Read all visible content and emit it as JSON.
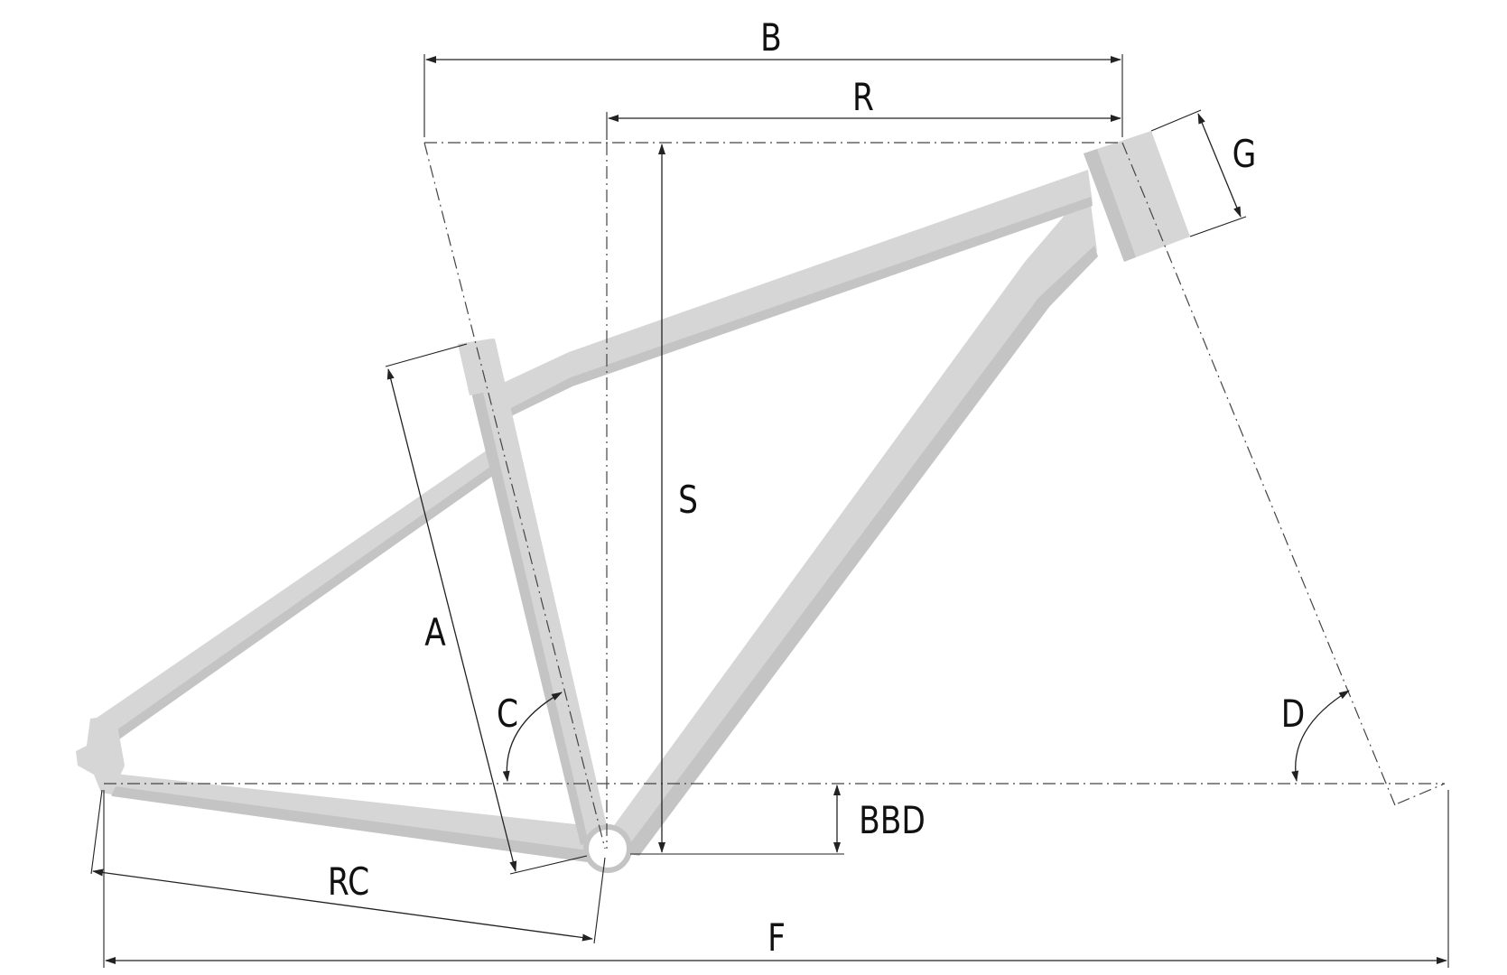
{
  "labels": {
    "a": "A",
    "b": "B",
    "bbd": "BBD",
    "c": "C",
    "d": "D",
    "f": "F",
    "g": "G",
    "r": "R",
    "rc": "RC",
    "s": "S"
  },
  "colors": {
    "tube_light": "#d6d6d6",
    "tube_dark": "#c4c4c4",
    "line": "#222222"
  }
}
